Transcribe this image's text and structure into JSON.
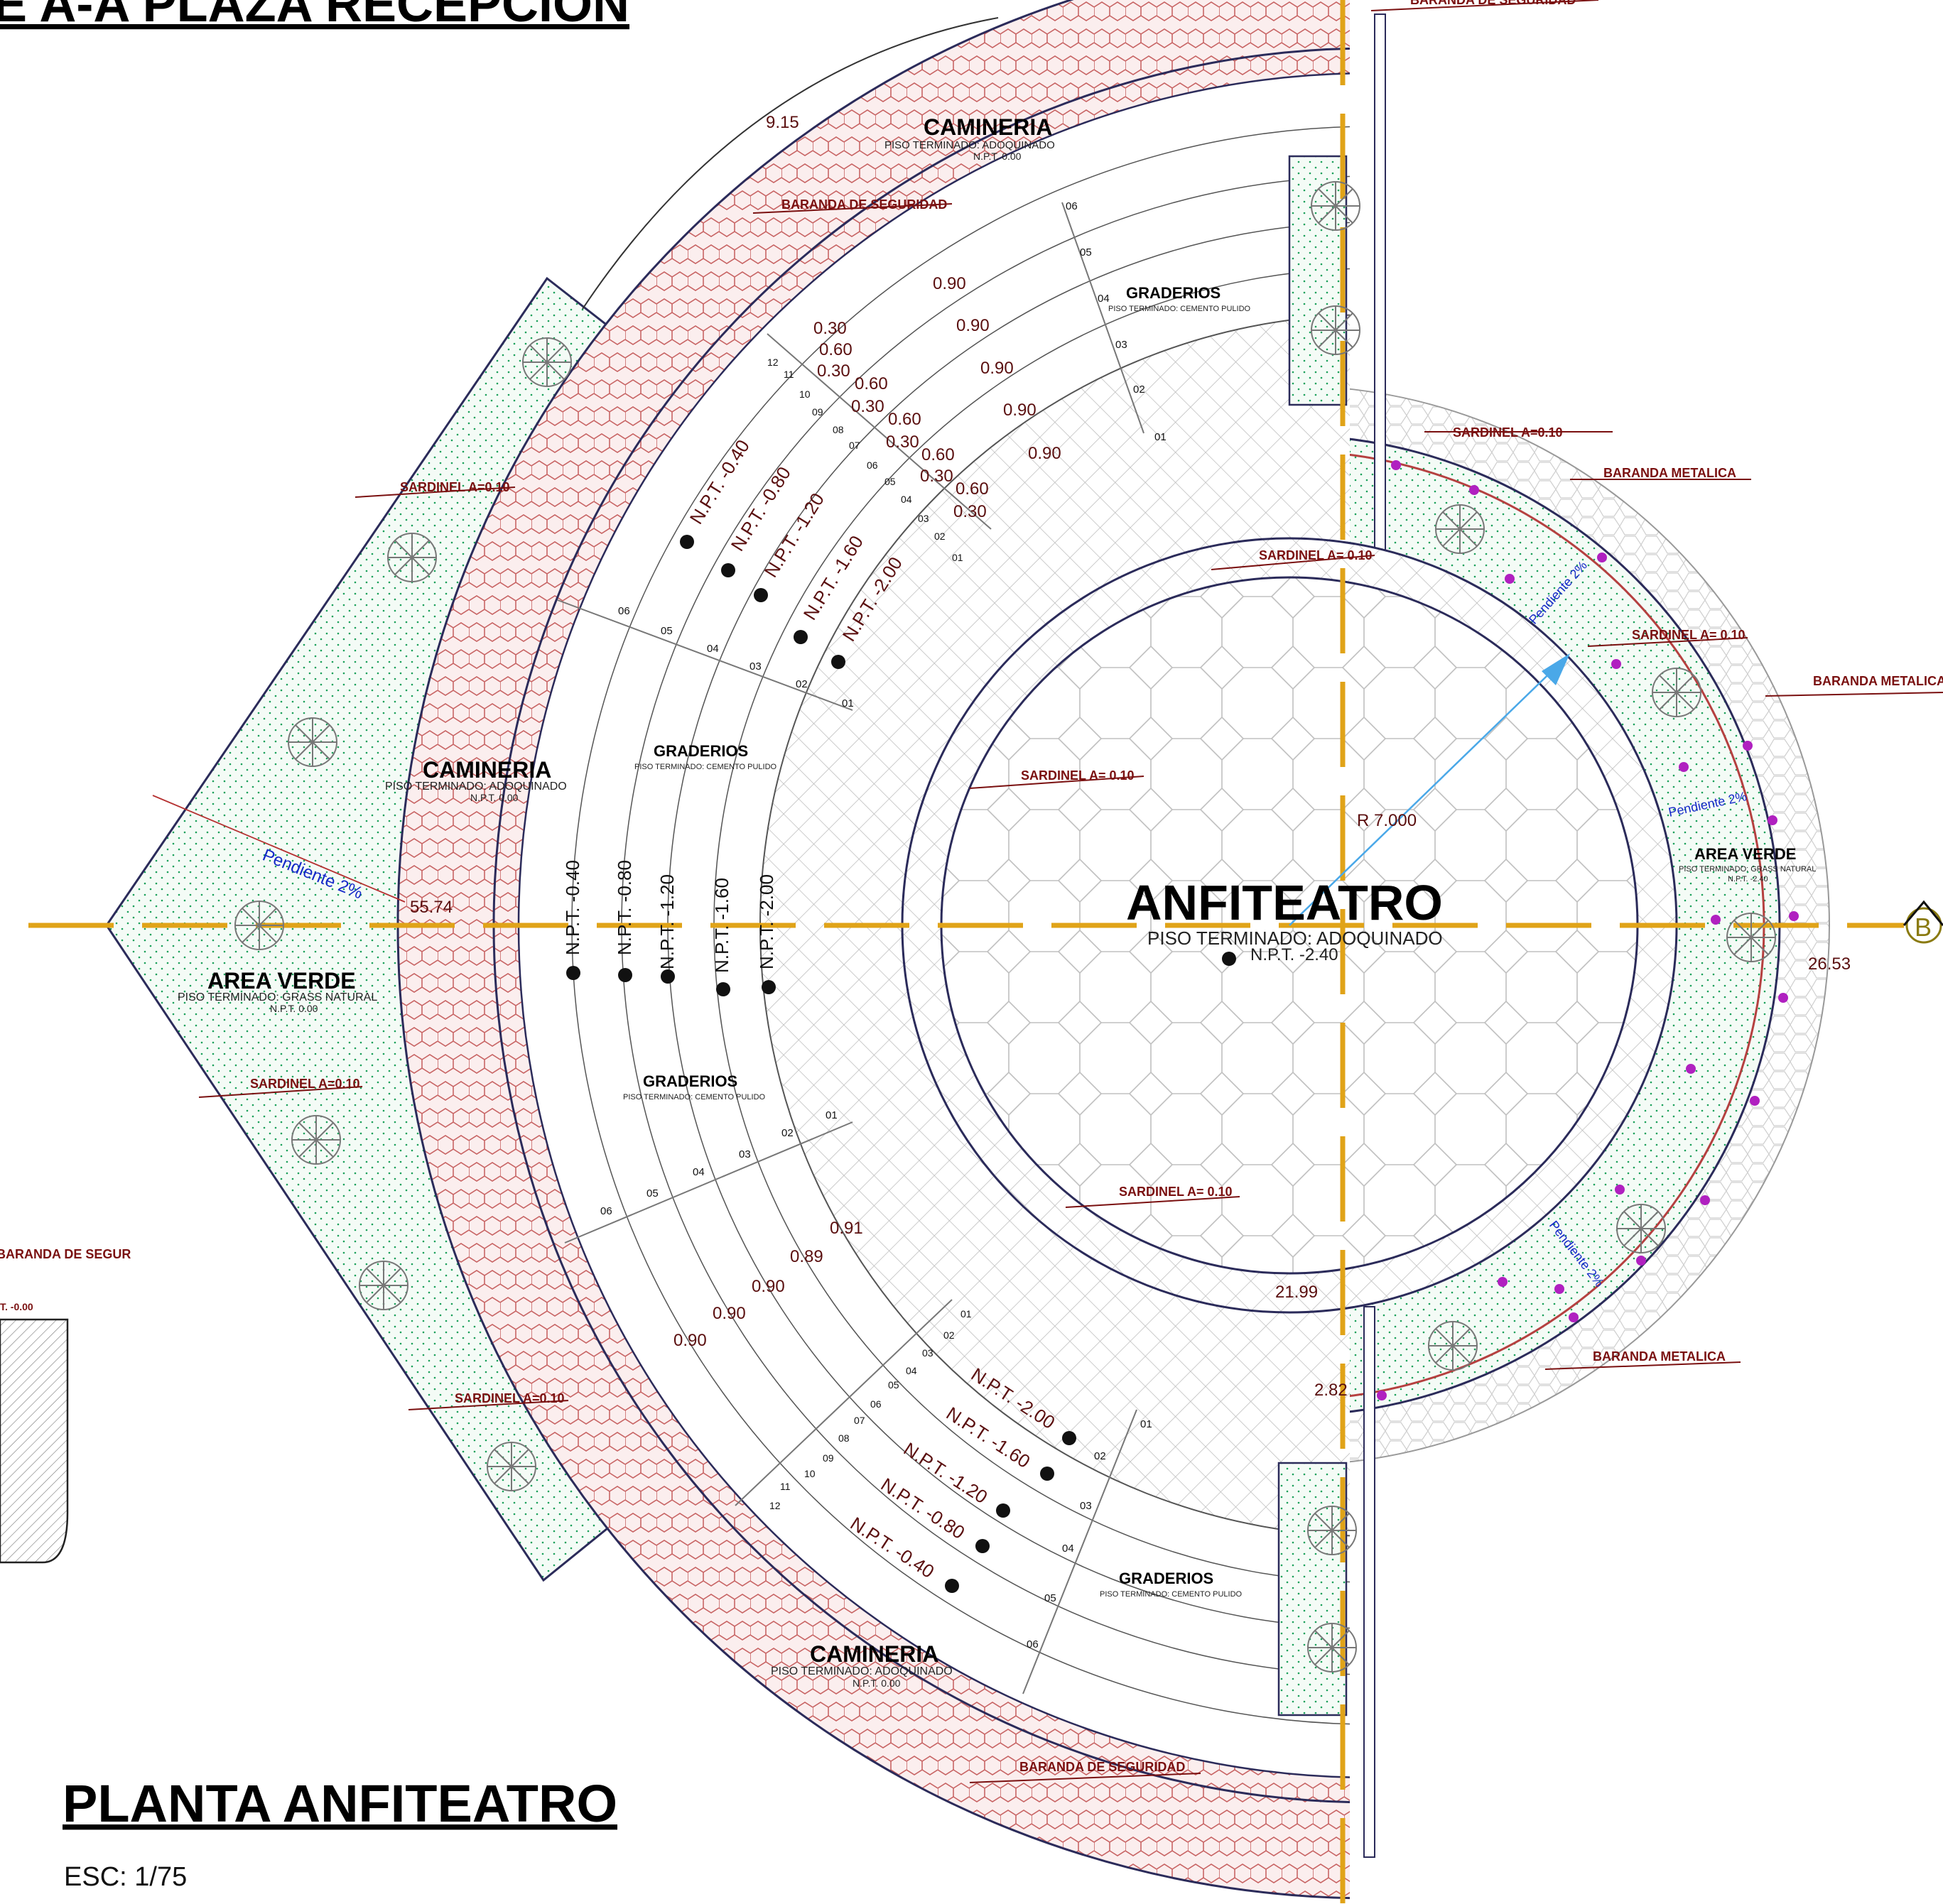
{
  "titles": {
    "section_title": "E A-A PLAZA RECEPCION",
    "plan_title": "PLANTA ANFITEATRO",
    "scale": "ESC: 1/75",
    "section_marker": "B"
  },
  "zones": {
    "anfiteatro": {
      "name": "ANFITEATRO",
      "finish": "PISO TERMINADO:  ADOQUINADO",
      "level": "N.P.T. -2.40"
    },
    "camineria_top": {
      "name": "CAMINERIA",
      "finish": "PISO TERMINADO:  ADOQUINADO",
      "level": "N.P.T. 0.00"
    },
    "camineria_left": {
      "name": "CAMINERIA",
      "finish": "PISO TERMINADO:  ADOQUINADO",
      "level": "N.P.T. 0.00"
    },
    "camineria_bottom": {
      "name": "CAMINERIA",
      "finish": "PISO TERMINADO:  ADOQUINADO",
      "level": "N.P.T. 0.00"
    },
    "graderios_top": {
      "name": "GRADERIOS",
      "finish": "PISO TERMINADO:  CEMENTO PULIDO"
    },
    "graderios_left": {
      "name": "GRADERIOS",
      "finish": "PISO TERMINADO:  CEMENTO PULIDO"
    },
    "graderios_lower": {
      "name": "GRADERIOS",
      "finish": "PISO TERMINADO:  CEMENTO PULIDO"
    },
    "graderios_bottom": {
      "name": "GRADERIOS",
      "finish": "PISO TERMINADO:  CEMENTO PULIDO"
    },
    "area_verde_left": {
      "name": "AREA VERDE",
      "finish": "PISO TERMINADO:  GRASS NATURAL",
      "level": "N.P.T. 0.00"
    },
    "area_verde_right": {
      "name": "AREA VERDE",
      "finish": "PISO TERMINADO:  GRASS NATURAL",
      "level": "N.P.T. -2.40"
    }
  },
  "callouts": {
    "baranda_seguridad": "BARANDA DE SEGURIDAD",
    "baranda_seguridad_cut": "BARANDA DE SEGUR",
    "baranda_metalica": "BARANDA METALICA",
    "baranda_metalica_cut": "BARANDA METALICA",
    "sardinel_010": "SARDINEL A=0.10",
    "sardinel_010_sp": "SARDINEL A= 0.10",
    "pendiente": "Pendiente 2%",
    "radius": "R 7.000",
    "npt_cut": "T. -0.00"
  },
  "dimensions": {
    "d_915": "9.15",
    "d_5574": "55.74",
    "d_2653": "26.53",
    "d_2199": "21.99",
    "d_282": "2.82",
    "d_030": "0.30",
    "d_060": "0.60",
    "d_090": "0.90",
    "d_089": "0.89",
    "d_091": "0.91"
  },
  "levels": {
    "l040": "N.P.T. -0.40",
    "l080": "N.P.T. -0.80",
    "l120": "N.P.T. -1.20",
    "l160": "N.P.T. -1.60",
    "l200": "N.P.T. -2.00"
  },
  "step_numbers": [
    "01",
    "02",
    "03",
    "04",
    "05",
    "06",
    "07",
    "08",
    "09",
    "10",
    "11",
    "12"
  ],
  "colors": {
    "axis": "#e0a318",
    "paving_red": "#c86464",
    "grass_green": "#1aa05a",
    "callout_red": "#7a1010",
    "slope_blue": "#1428c8",
    "flower_magenta": "#b020c0"
  }
}
